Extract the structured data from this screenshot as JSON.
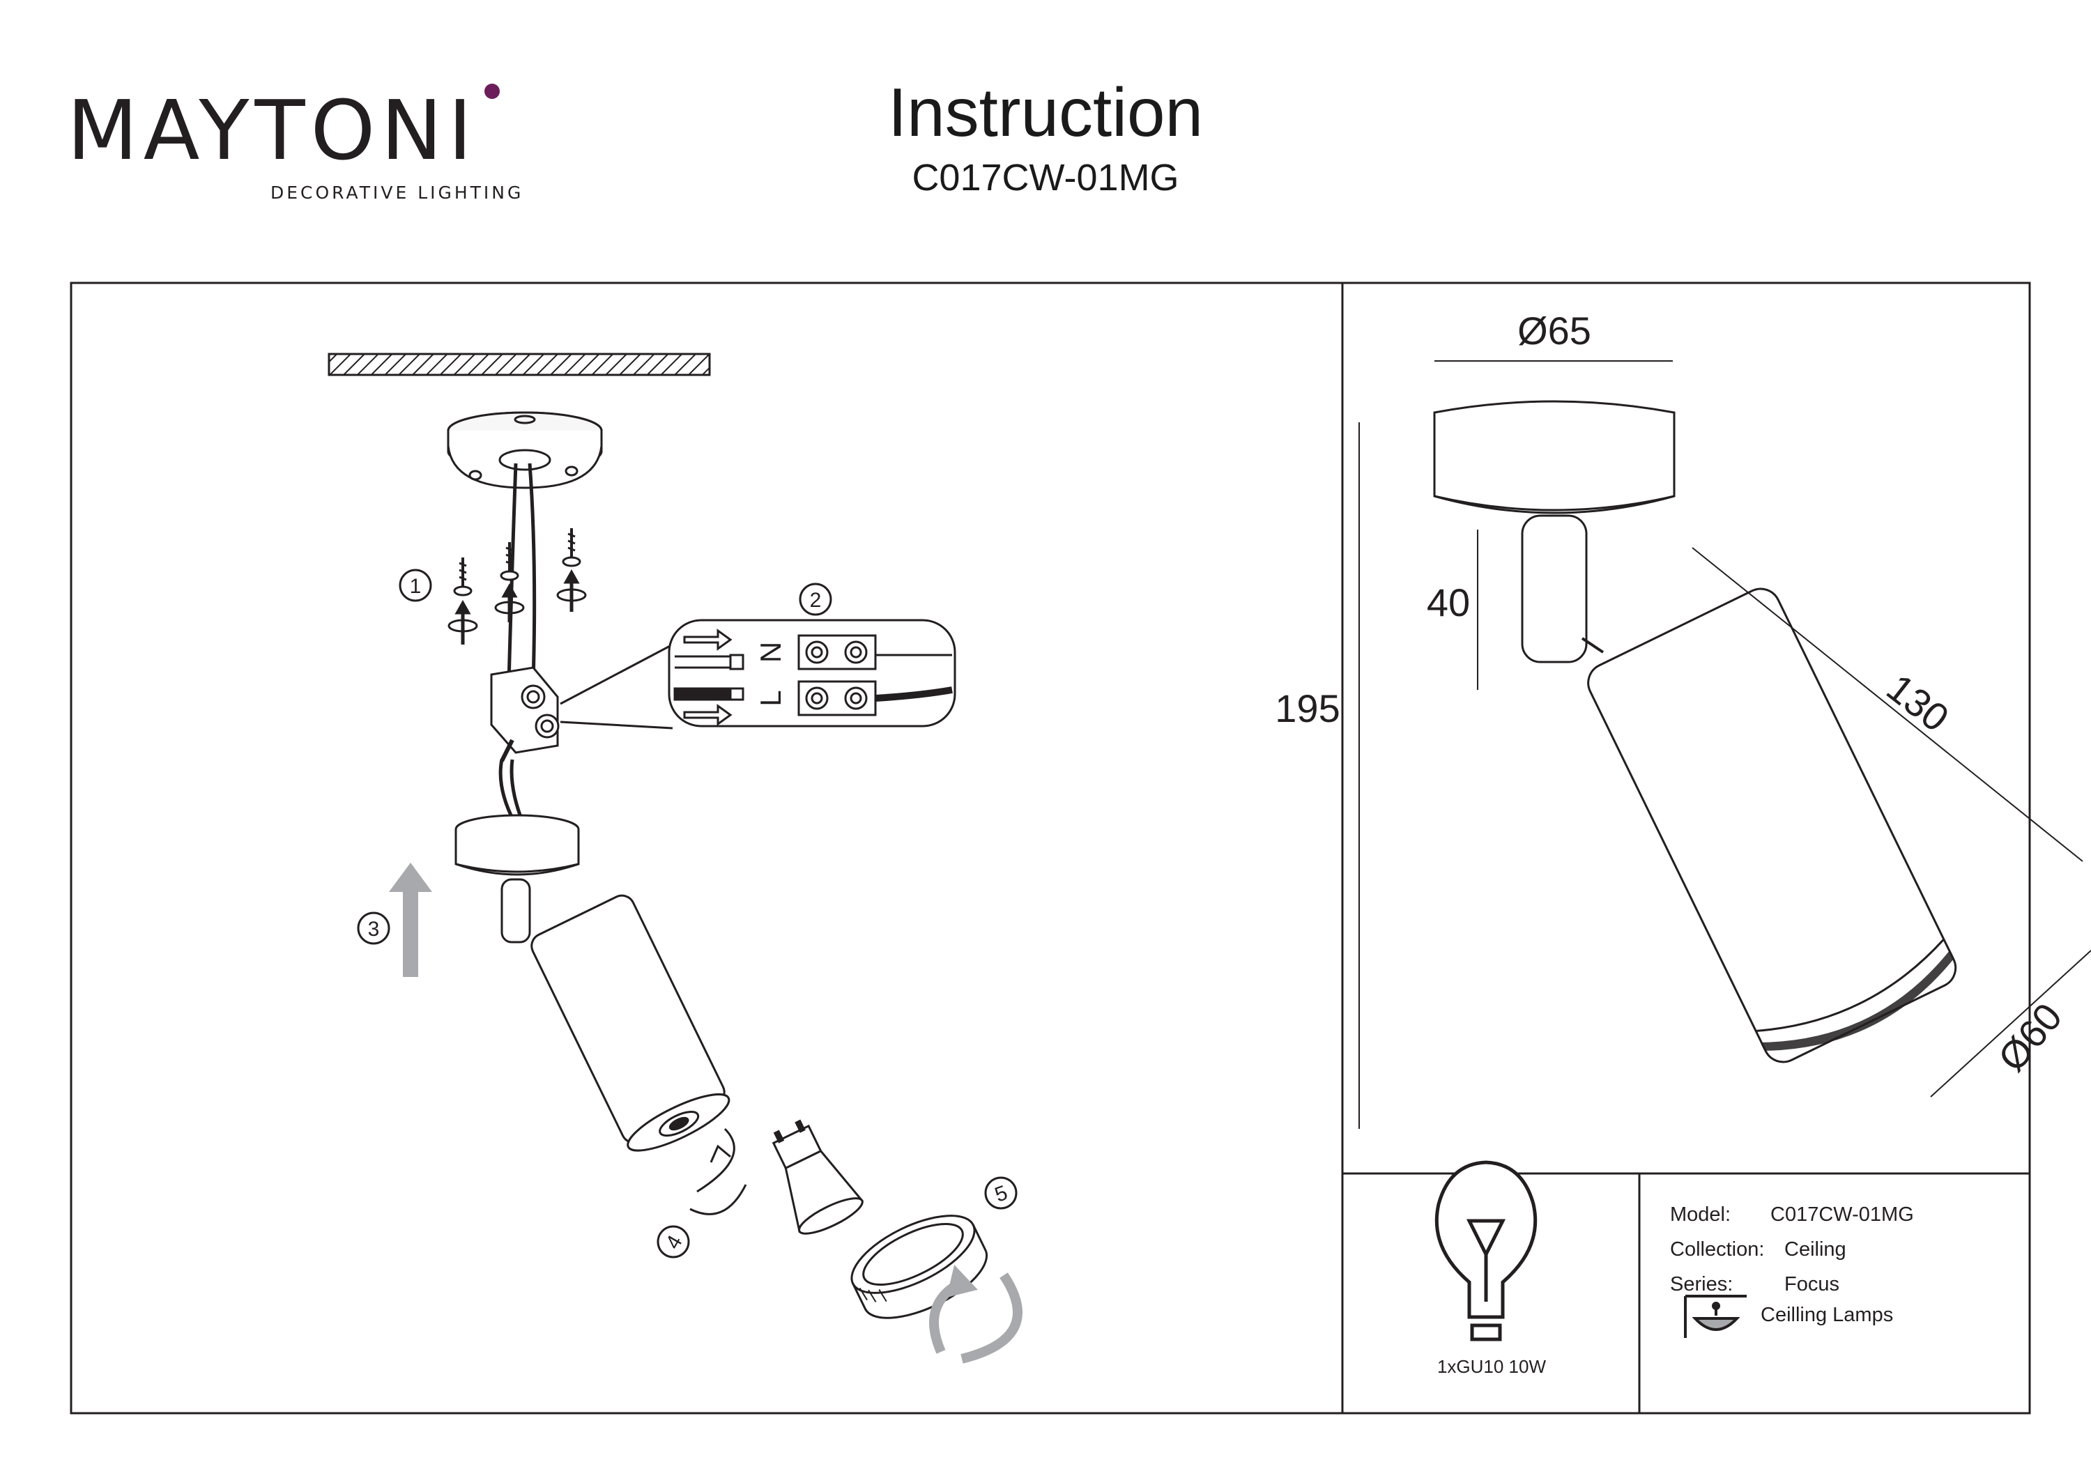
{
  "header": {
    "brand": "MAYTONI",
    "brand_tagline": "DECORATIVE LIGHTING",
    "title": "Instruction",
    "model_code": "C017CW-01MG"
  },
  "steps": [
    "1",
    "2",
    "3",
    "4",
    "5"
  ],
  "wiring": {
    "neutral": "N",
    "live": "L"
  },
  "dimensions": {
    "base_diameter": "Ø65",
    "stem_height": "40",
    "total_height": "195",
    "body_length": "130",
    "body_diameter": "Ø60"
  },
  "bulb": {
    "spec": "1xGU10 10W"
  },
  "specs": {
    "model_label": "Model:",
    "model_value": "C017CW-01MG",
    "collection_label": "Collection:",
    "collection_value": "Ceiling",
    "series_label": "Series:",
    "series_value": "Focus",
    "category_value": "Ceilling Lamps"
  },
  "colors": {
    "line": "#231f20",
    "logo_accent": "#6b1e5b",
    "arrow_gray": "#a7a9ac"
  }
}
